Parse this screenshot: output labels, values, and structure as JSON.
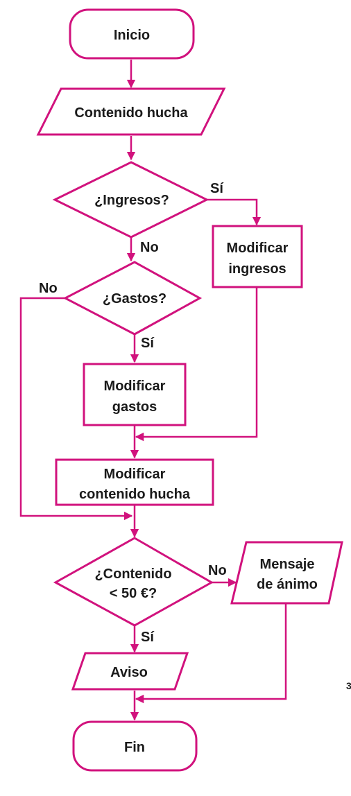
{
  "colors": {
    "accent": "#d1127d",
    "text": "#1a1a1a",
    "margin_mark": "#e5a24a"
  },
  "nodes": {
    "inicio": "Inicio",
    "contenido_hucha": "Contenido hucha",
    "ingresos_q": "¿Ingresos?",
    "modificar_ingresos": [
      "Modificar",
      "ingresos"
    ],
    "gastos_q": "¿Gastos?",
    "modificar_gastos": [
      "Modificar",
      "gastos"
    ],
    "modificar_contenido": [
      "Modificar",
      "contenido hucha"
    ],
    "contenido_q": [
      "¿Contenido",
      "< 50 €?"
    ],
    "mensaje_animo": [
      "Mensaje",
      "de ánimo"
    ],
    "aviso": "Aviso",
    "fin": "Fin"
  },
  "edge_labels": {
    "ingresos_si": "Sí",
    "ingresos_no": "No",
    "gastos_no": "No",
    "gastos_si": "Sí",
    "contenido_no": "No",
    "contenido_si": "Sí"
  },
  "margin_mark": "3"
}
